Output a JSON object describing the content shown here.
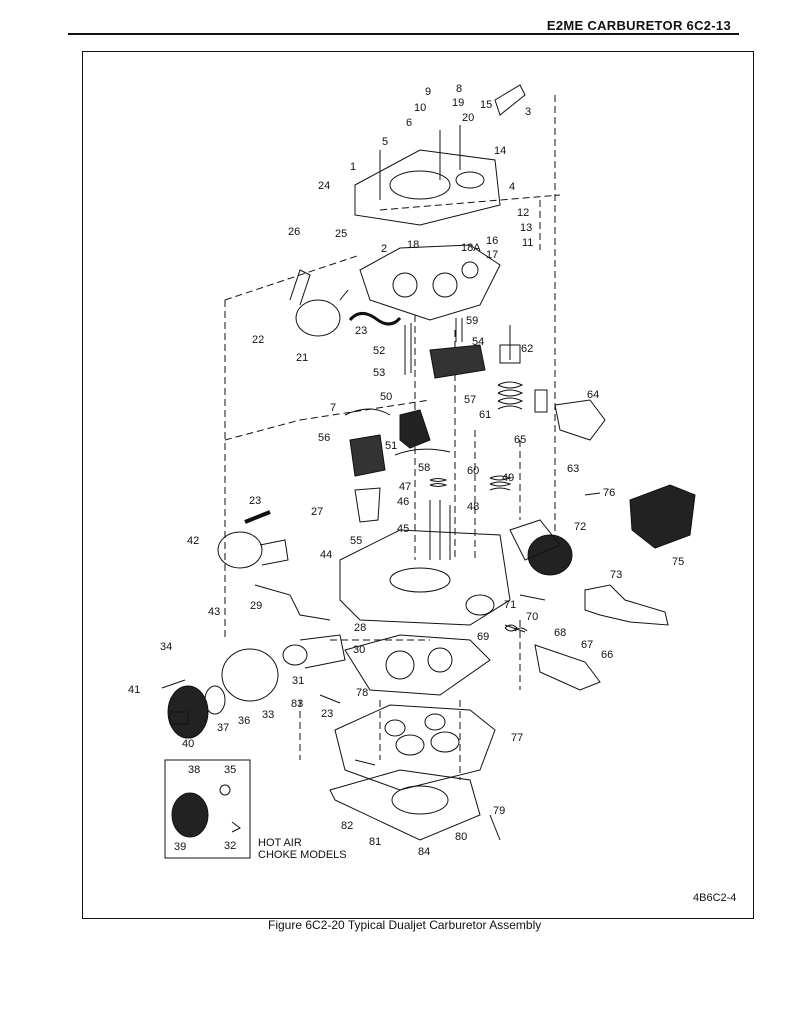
{
  "header": {
    "title": "E2ME CARBURETOR   6C2-13"
  },
  "figure": {
    "inset_label_line1": "HOT AIR",
    "inset_label_line2": "CHOKE MODELS",
    "code": "4B6C2-4",
    "caption": "Figure 6C2-20 Typical Dualjet Carburetor Assembly"
  },
  "callouts": [
    {
      "id": "c9",
      "text": "9"
    },
    {
      "id": "c8",
      "text": "8"
    },
    {
      "id": "c10",
      "text": "10"
    },
    {
      "id": "c19",
      "text": "19"
    },
    {
      "id": "c15",
      "text": "15"
    },
    {
      "id": "c20",
      "text": "20"
    },
    {
      "id": "c3",
      "text": "3"
    },
    {
      "id": "c6",
      "text": "6"
    },
    {
      "id": "c5",
      "text": "5"
    },
    {
      "id": "c14",
      "text": "14"
    },
    {
      "id": "c1",
      "text": "1"
    },
    {
      "id": "c4",
      "text": "4"
    },
    {
      "id": "c24",
      "text": "24"
    },
    {
      "id": "c12",
      "text": "12"
    },
    {
      "id": "c13",
      "text": "13"
    },
    {
      "id": "c26",
      "text": "26"
    },
    {
      "id": "c25",
      "text": "25"
    },
    {
      "id": "c16",
      "text": "16"
    },
    {
      "id": "c11",
      "text": "11"
    },
    {
      "id": "c18",
      "text": "18"
    },
    {
      "id": "c18a",
      "text": "18A"
    },
    {
      "id": "c17",
      "text": "17"
    },
    {
      "id": "c2",
      "text": "2"
    },
    {
      "id": "c59",
      "text": "59"
    },
    {
      "id": "c23a",
      "text": "23"
    },
    {
      "id": "c22",
      "text": "22"
    },
    {
      "id": "c54",
      "text": "54"
    },
    {
      "id": "c62",
      "text": "62"
    },
    {
      "id": "c52",
      "text": "52"
    },
    {
      "id": "c21",
      "text": "21"
    },
    {
      "id": "c53",
      "text": "53"
    },
    {
      "id": "c64",
      "text": "64"
    },
    {
      "id": "c50",
      "text": "50"
    },
    {
      "id": "c57",
      "text": "57"
    },
    {
      "id": "c7",
      "text": "7"
    },
    {
      "id": "c61",
      "text": "61"
    },
    {
      "id": "c65",
      "text": "65"
    },
    {
      "id": "c56",
      "text": "56"
    },
    {
      "id": "c51",
      "text": "51"
    },
    {
      "id": "c58",
      "text": "58"
    },
    {
      "id": "c60",
      "text": "60"
    },
    {
      "id": "c63",
      "text": "63"
    },
    {
      "id": "c49",
      "text": "49"
    },
    {
      "id": "c47",
      "text": "47"
    },
    {
      "id": "c76",
      "text": "76"
    },
    {
      "id": "c46",
      "text": "46"
    },
    {
      "id": "c23b",
      "text": "23"
    },
    {
      "id": "c48",
      "text": "48"
    },
    {
      "id": "c27",
      "text": "27"
    },
    {
      "id": "c55",
      "text": "55"
    },
    {
      "id": "c72",
      "text": "72"
    },
    {
      "id": "c45",
      "text": "45"
    },
    {
      "id": "c42",
      "text": "42"
    },
    {
      "id": "c44",
      "text": "44"
    },
    {
      "id": "c75",
      "text": "75"
    },
    {
      "id": "c73",
      "text": "73"
    },
    {
      "id": "c43",
      "text": "43"
    },
    {
      "id": "c29",
      "text": "29"
    },
    {
      "id": "c71",
      "text": "71"
    },
    {
      "id": "c70",
      "text": "70"
    },
    {
      "id": "c28",
      "text": "28"
    },
    {
      "id": "c68",
      "text": "68"
    },
    {
      "id": "c69",
      "text": "69"
    },
    {
      "id": "c34",
      "text": "34"
    },
    {
      "id": "c30",
      "text": "30"
    },
    {
      "id": "c67",
      "text": "67"
    },
    {
      "id": "c66",
      "text": "66"
    },
    {
      "id": "c31",
      "text": "31"
    },
    {
      "id": "c41",
      "text": "41"
    },
    {
      "id": "c78",
      "text": "78"
    },
    {
      "id": "c37",
      "text": "37"
    },
    {
      "id": "c36",
      "text": "36"
    },
    {
      "id": "c33",
      "text": "33"
    },
    {
      "id": "c83",
      "text": "83"
    },
    {
      "id": "c23c",
      "text": "23"
    },
    {
      "id": "c40",
      "text": "40"
    },
    {
      "id": "c77",
      "text": "77"
    },
    {
      "id": "c38",
      "text": "38"
    },
    {
      "id": "c35",
      "text": "35"
    },
    {
      "id": "c79",
      "text": "79"
    },
    {
      "id": "c82",
      "text": "82"
    },
    {
      "id": "c81",
      "text": "81"
    },
    {
      "id": "c80",
      "text": "80"
    },
    {
      "id": "c39",
      "text": "39"
    },
    {
      "id": "c32",
      "text": "32"
    },
    {
      "id": "c84",
      "text": "84"
    }
  ]
}
